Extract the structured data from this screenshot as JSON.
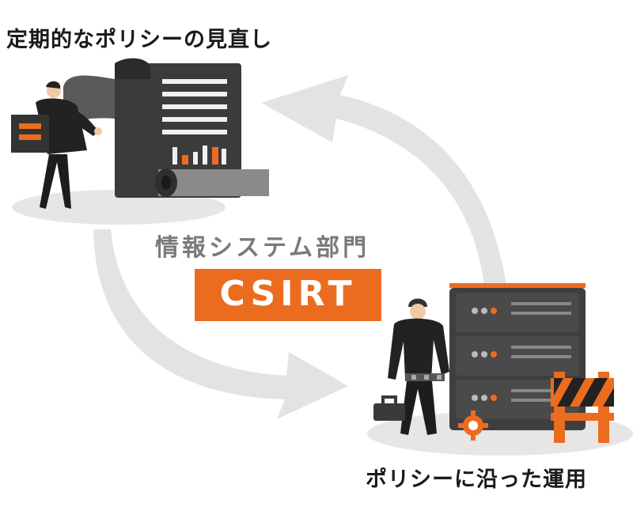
{
  "captions": {
    "top": "定期的なポリシーの見直し",
    "bottom": "ポリシーに沿った運用"
  },
  "center": {
    "department": "情報システム部門",
    "badge": "CSIRT"
  },
  "colors": {
    "accent": "#ec6c1f",
    "dark": "#3b3b3b",
    "arrow": "#e3e3e3",
    "shadow": "#e6e6e6"
  },
  "icons": [
    "policy-document-icon",
    "person-holding-binder-icon",
    "server-rack-icon",
    "worker-with-toolbox-icon",
    "gear-icon",
    "barricade-icon"
  ]
}
